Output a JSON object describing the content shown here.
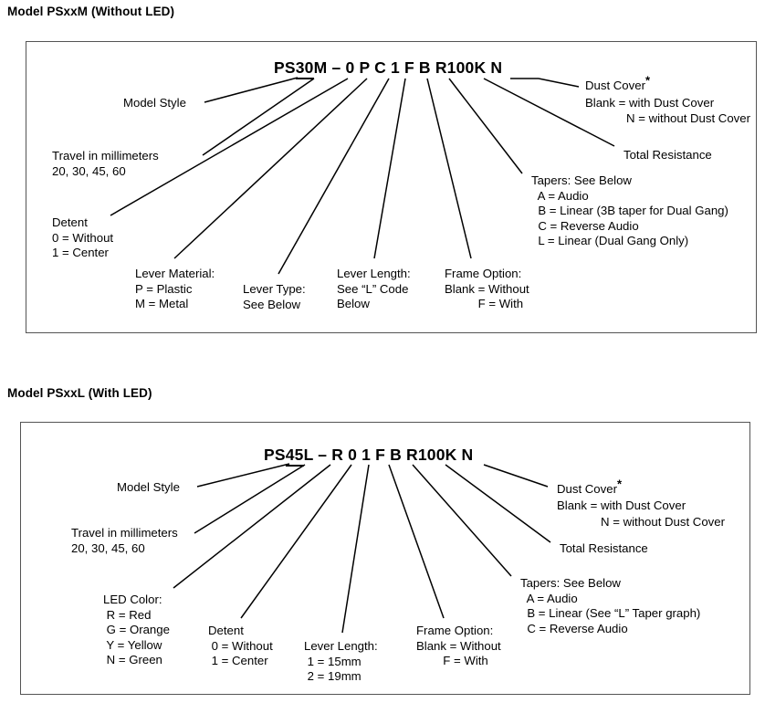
{
  "diagrams": [
    {
      "heading": "Model PSxxM (Without LED)",
      "part_number": {
        "prefix": "PS",
        "travel_code": "30",
        "suffix": "M",
        "rest": " – 0 P C 1 F B R100K N",
        "full": "PS30M – 0 P C 1 F B R100K N"
      },
      "labels": {
        "model_style": "Model Style",
        "travel": "Travel in millimeters\n20, 30, 45, 60",
        "detent": "Detent\n0 = Without\n1 = Center",
        "lever_material": "Lever Material:\nP = Plastic\nM = Metal",
        "lever_type": "Lever Type:\nSee Below",
        "lever_length": "Lever Length:\nSee “L” Code\nBelow",
        "frame_option": "Frame Option:\nBlank = Without\n          F = With",
        "dust_cover_title": "Dust Cover",
        "dust_cover_star": "*",
        "dust_cover_blank": "Blank = with Dust Cover",
        "dust_cover_n": "N = without Dust Cover",
        "total_resistance": "Total Resistance",
        "tapers": "Tapers: See Below\n  A = Audio\n  B = Linear (3B taper for Dual Gang)\n  C = Reverse Audio\n  L = Linear (Dual Gang Only)"
      }
    },
    {
      "heading": "Model PSxxL (With LED)",
      "part_number": {
        "prefix": "PS",
        "travel_code": "45",
        "suffix": "L",
        "rest": " – R 0 1 F B R100K N",
        "full": "PS45L – R 0 1 F B R100K N"
      },
      "labels": {
        "model_style": "Model Style",
        "travel": "Travel in millimeters\n20, 30, 45, 60",
        "led_color": "LED Color:\n R = Red\n G = Orange\n Y = Yellow\n N = Green",
        "detent": "Detent\n 0 = Without\n 1 = Center",
        "lever_length": "Lever Length:\n 1 = 15mm\n 2 = 19mm",
        "frame_option": "Frame Option:\nBlank = Without\n        F = With",
        "dust_cover_title": "Dust Cover",
        "dust_cover_star": "*",
        "dust_cover_blank": "Blank = with Dust Cover",
        "dust_cover_n": "N = without Dust Cover",
        "total_resistance": "Total Resistance",
        "tapers": "Tapers: See Below\n  A = Audio\n  B = Linear (See “L” Taper graph)\n  C = Reverse Audio"
      }
    }
  ],
  "colors": {
    "ink": "#000000",
    "box_border": "#545454",
    "background": "#ffffff"
  }
}
